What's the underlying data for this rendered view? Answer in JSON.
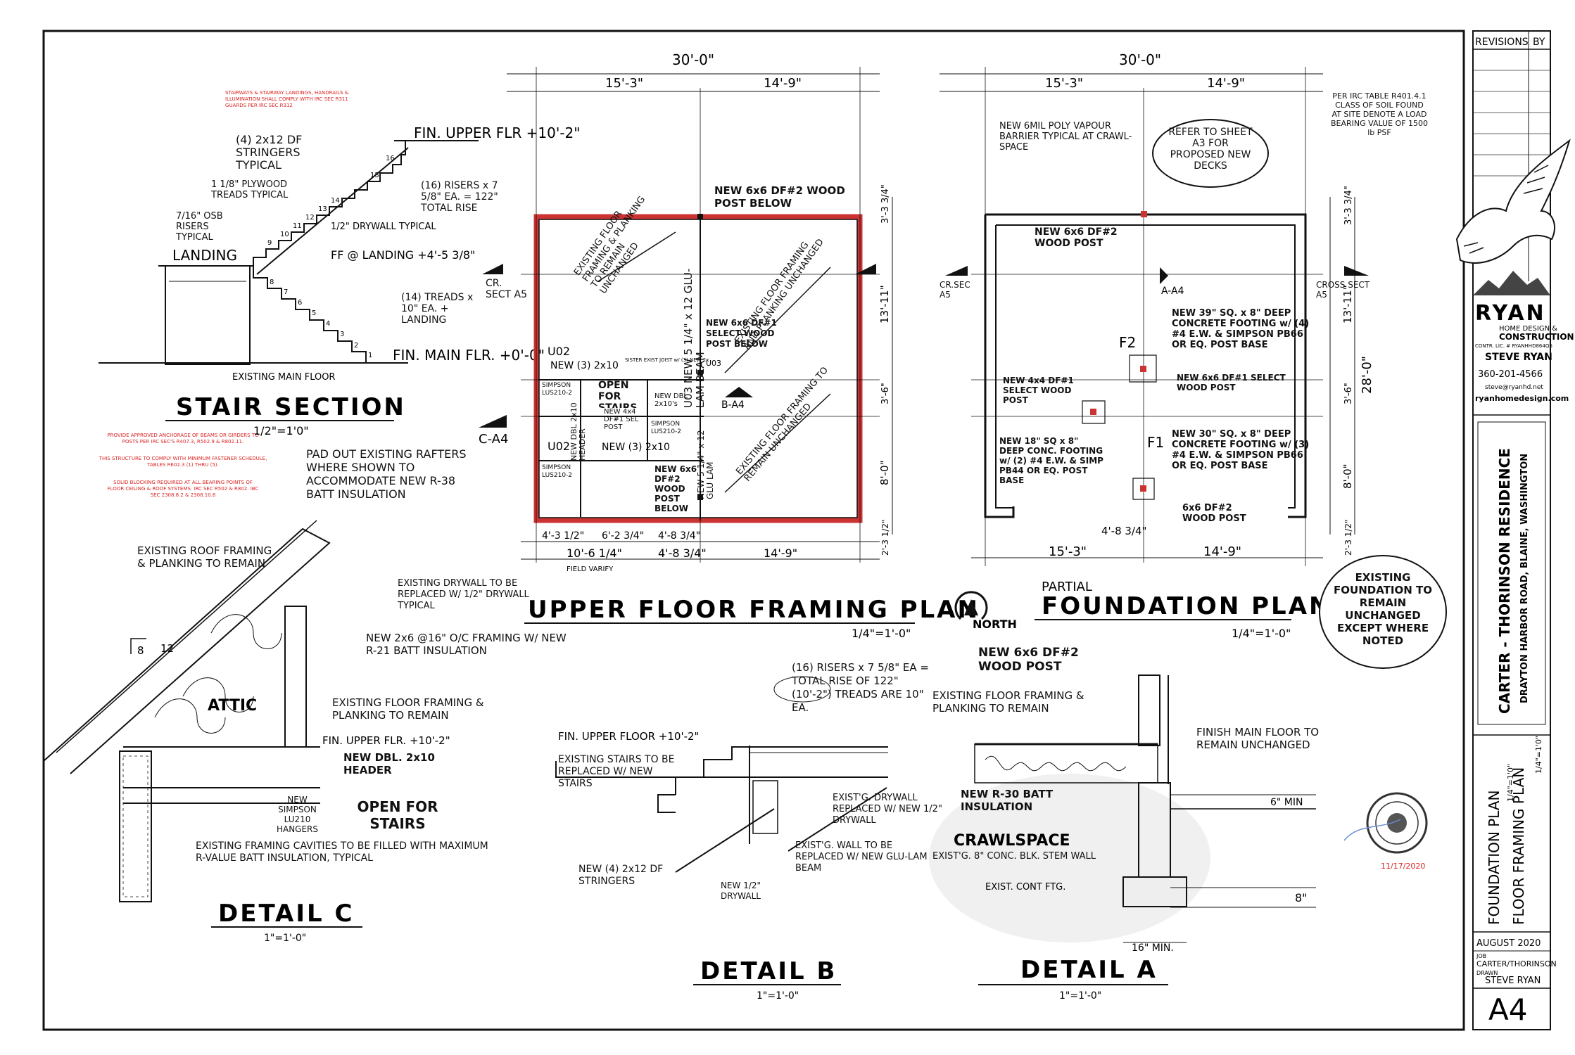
{
  "title_block": {
    "revisions_label": "REVISIONS",
    "by_label": "BY",
    "company_name": "RYAN",
    "company_line2": "HOME DESIGN &",
    "company_line3": "CONSTRUCTION",
    "contractor_lic": "CONTR. LIC. # RYANHHD864Q6",
    "designer": "STEVE RYAN",
    "phone": "360-201-4566",
    "email": "steve@ryanhd.net",
    "website": "ryanhomedesign.com",
    "project_name": "CARTER - THORINSON RESIDENCE",
    "project_address": "DRAYTON HARBOR ROAD, BLAINE, WASHINGTON",
    "sheet_title_1": "FOUNDATION PLAN",
    "sheet_title_1_scale": "1/4\"=1'0\"",
    "sheet_title_2": "FLOOR FRAMING PLAN",
    "sheet_title_2_scale": "1/4\"=1'0\"",
    "date": "AUGUST 2020",
    "job_label": "JOB",
    "job": "CARTER/THORINSON",
    "drawn_label": "DRAWN",
    "drawn_by": "STEVE RYAN",
    "sheet_number": "A4",
    "seal_date": "11/17/2020"
  },
  "code_notes": {
    "stairway": "STAIRWAYS & STAIRWAY LANDINGS, HANDRAILS & ILLUMINATION SHALL COMPLY WITH IRC SEC R311 GUARDS PER IRC SEC R312",
    "anchorage": "PROVIDE APPROVED ANCHORAGE OF BEAMS OR GIRDERS TO POSTS PER IRC SEC'S R407.3, R502.9 & R802.11.",
    "fastener": "THIS STRUCTURE TO COMPLY WITH MINIMUM FASTENER SCHEDULE, TABLES R602.3 (1) THRU (5).",
    "blocking": "SOLID BLOCKING REQUIRED AT ALL BEARING POINTS OF FLOOR CEILING & ROOF SYSTEMS. IRC SEC R502 & R802. IBC SEC 2308.8.2 & 2308.10.6"
  },
  "stair_section": {
    "title": "STAIR SECTION",
    "scale": "1/2\"=1'0\"",
    "fin_upper": "FIN. UPPER FLR +10'-2\"",
    "fin_main": "FIN. MAIN FLR. +0'-0\"",
    "existing_main": "EXISTING MAIN FLOOR",
    "stringers": "(4) 2x12 DF STRINGERS TYPICAL",
    "treads": "1 1/8\" PLYWOOD TREADS TYPICAL",
    "risers_osb": "7/16\" OSB RISERS TYPICAL",
    "risers": "(16) RISERS x 7 5/8\" EA. = 122\" TOTAL RISE",
    "drywall": "1/2\" DRYWALL TYPICAL",
    "landing": "LANDING",
    "ff_landing": "FF @ LANDING +4'-5 3/8\"",
    "tread_count": "(14) TREADS x 10\" EA. + LANDING",
    "step_numbers": [
      "1",
      "2",
      "3",
      "4",
      "5",
      "6",
      "7",
      "8",
      "9",
      "10",
      "11",
      "12",
      "13",
      "14",
      "15",
      "16"
    ]
  },
  "upper_plan": {
    "title": "UPPER FLOOR FRAMING PLAN",
    "scale": "1/4\"=1'-0\"",
    "dim_overall": "30'-0\"",
    "dim_left": "15'-3\"",
    "dim_right": "14'-9\"",
    "dim_b1": "4'-3 1/2\"",
    "dim_b2": "6'-2 3/4\"",
    "dim_b3": "4'-8 3/4\"",
    "dim_b4": "10'-6 1/4\"",
    "dim_b5": "4'-8 3/4\"",
    "dim_b6": "14'-9\"",
    "field_verify": "FIELD VARIFY",
    "post_top": "NEW 6x6 DF#2 WOOD POST BELOW",
    "existing_1": "EXISTING FLOOR FRAMING & PLANKING TO REMAIN UNCHANGED",
    "existing_2": "EXISTING FLOOR FRAMING AND PLANKING UNCHANGED",
    "existing_3": "EXISTING FLOOR FRAMING TO REMAIN UNCHANGED",
    "u03_beam": "U03 NEW 5 1/4\" x 12 GLU-LAM BEAM",
    "u03_small": "U03",
    "post_mid": "NEW 6x6 DF#1 SELECT WOOD POST BELOW",
    "u02_top": "U02",
    "new_3_2x10": "NEW (3) 2x10",
    "sister": "SISTER EXIST JOIST w/ (3) NEW 2x",
    "simpson_1": "SIMPSON LUS210-2",
    "simpson_2": "SIMPSON LUS210-2",
    "simpson_3": "SIMPSON LUS210-2",
    "header": "NEW DBL 2x10 HEADER",
    "open_stairs": "OPEN FOR STAIRS",
    "new_dbl": "NEW DBL 2x10's",
    "post_4x4": "NEW 4x4 DF#1 SEL POST",
    "u02_bottom": "U02",
    "new_3_2x10_b": "NEW (3) 2x10",
    "new_5x12": "NEW 5 1/4\" x 12 GLU LAM",
    "post_bot": "NEW 6x6 DF#2 WOOD POST BELOW",
    "cr_sect_a5": "CR. SECT A5",
    "b_a4": "B-A4",
    "c_a4": "C-A4",
    "north": "NORTH",
    "side_dim_1": "3'-3 3/4\"",
    "side_dim_2": "13'-11\"",
    "side_dim_3": "3'-6\"",
    "side_dim_4": "8'-0\"",
    "side_dim_5": "2'-3 1/2\""
  },
  "foundation_plan": {
    "title_pre": "PARTIAL",
    "title": "FOUNDATION PLAN",
    "scale": "1/4\"=1'-0\"",
    "dim_overall": "30'-0\"",
    "dim_left": "15'-3\"",
    "dim_right": "14'-9\"",
    "dim_bot_left": "15'-3\"",
    "dim_bot_right": "14'-9\"",
    "dim_bot_mid": "4'-8 3/4\"",
    "vapour": "NEW 6MIL POLY VAPOUR BARRIER TYPICAL AT CRAWL-SPACE",
    "refer": "REFER TO SHEET A3 FOR PROPOSED NEW DECKS",
    "soil": "PER IRC TABLE R401.4.1 CLASS OF SOIL FOUND AT SITE DENOTE A LOAD BEARING VALUE OF 1500 lb PSF",
    "post_top": "NEW 6x6 DF#2 WOOD POST",
    "a_a4": "A-A4",
    "f2": "F2",
    "f2_footing": "NEW 39\" SQ. x 8\" DEEP CONCRETE FOOTING w/ (4) #4 E.W. & SIMPSON PB66 OR EQ. POST BASE",
    "post_select": "NEW 6x6 DF#1 SELECT WOOD POST",
    "post_4x4": "NEW 4x4 DF#1 SELECT WOOD POST",
    "f1": "F1",
    "f1_footing": "NEW 30\" SQ. x 8\" DEEP CONCRETE FOOTING w/ (3) #4 E.W. & SIMPSON PB66 OR EQ. POST BASE",
    "small_footing": "NEW 18\" SQ x 8\" DEEP CONC. FOOTING w/ (2) #4 E.W. & SIMP PB44 OR EQ. POST BASE",
    "post_bot": "6x6 DF#2 WOOD POST",
    "cr_sec_left": "CR.SEC A5",
    "cr_sec_right": "CROSS SECT A5",
    "side_dim_1": "3'-3 3/4\"",
    "side_dim_2": "13'-11\"",
    "side_dim_3": "28'-0\"",
    "side_dim_4": "3'-6\"",
    "side_dim_5": "8'-0\"",
    "side_dim_6": "2'-3 1/2\"",
    "existing_foundation": "EXISTING FOUNDATION TO REMAIN UNCHANGED EXCEPT WHERE NOTED"
  },
  "detail_c": {
    "title": "DETAIL C",
    "scale": "1\"=1'-0\"",
    "pad_out": "PAD OUT EXISTING RAFTERS WHERE SHOWN TO ACCOMMODATE NEW R-38 BATT INSULATION",
    "roof": "EXISTING ROOF FRAMING & PLANKING TO REMAIN",
    "drywall": "EXISTING DRYWALL TO BE REPLACED W/ 1/2\" DRYWALL TYPICAL",
    "framing": "NEW 2x6 @16\" O/C FRAMING W/ NEW R-21 BATT INSULATION",
    "pitch_8": "8",
    "pitch_12": "12",
    "attic": "ATTIC",
    "floor_framing": "EXISTING FLOOR FRAMING & PLANKING TO REMAIN",
    "fin_upper": "FIN. UPPER FLR. +10'-2\"",
    "header": "NEW DBL. 2x10 HEADER",
    "hangers": "NEW SIMPSON LU210 HANGERS",
    "open_stairs": "OPEN FOR STAIRS",
    "cavities": "EXISTING FRAMING CAVITIES TO BE FILLED WITH MAXIMUM R-VALUE BATT INSULATION, TYPICAL"
  },
  "detail_b": {
    "title": "DETAIL B",
    "scale": "1\"=1'-0\"",
    "risers": "(16) RISERS x 7 5/8\" EA = TOTAL RISE OF 122\" (10'-2\") TREADS ARE 10\" EA.",
    "fin_upper": "FIN. UPPER FLOOR +10'-2\"",
    "existing_stairs": "EXISTING STAIRS TO BE REPLACED W/ NEW STAIRS",
    "drywall": "EXIST'G. DRYWALL REPLACED W/ NEW 1/2\" DRYWALL",
    "wall": "EXIST'G. WALL TO BE REPLACED W/ NEW GLU-LAM BEAM",
    "stringers": "NEW (4) 2x12 DF STRINGERS",
    "new_drywall": "NEW 1/2\" DRYWALL"
  },
  "detail_a": {
    "title": "DETAIL A",
    "scale": "1\"=1'-0\"",
    "post": "NEW 6x6 DF#2 WOOD POST",
    "floor_framing": "EXISTING FLOOR FRAMING & PLANKING TO REMAIN",
    "finish_floor": "FINISH MAIN FLOOR TO REMAIN UNCHANGED",
    "insulation": "NEW R-30 BATT INSULATION",
    "crawlspace": "CRAWLSPACE",
    "stem_wall": "EXIST'G. 8\" CONC. BLK. STEM WALL",
    "footing": "EXIST. CONT FTG.",
    "dim_6": "6\" MIN",
    "dim_8": "8\"",
    "dim_16": "16\" MIN."
  }
}
